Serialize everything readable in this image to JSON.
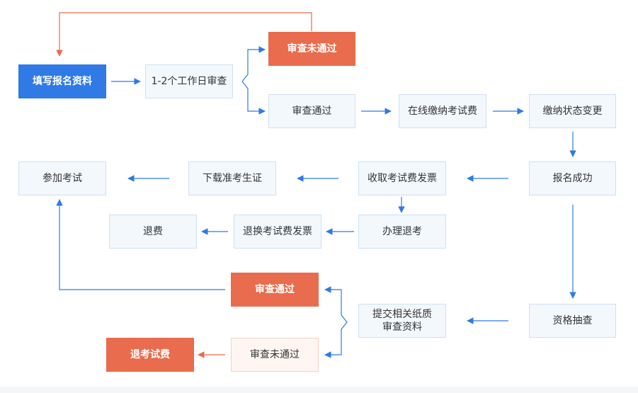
{
  "colors": {
    "primary": "#2f7ae5",
    "alert": "#e86c4d",
    "node_fill": "#f3f8fd",
    "node_border": "#cfe0f1",
    "soft_alert_fill": "#fff6f1",
    "arrow": "#2f7ae5",
    "return_arrow": "#e86c4d"
  },
  "nodes": {
    "fill_form": "填写报名资料",
    "review_1_2_days": "1-2个工作日审查",
    "review_failed_top": "审查未通过",
    "review_passed_top": "审查通过",
    "pay_online": "在线缴纳考试费",
    "payment_status_change": "缴纳状态变更",
    "registration_success": "报名成功",
    "receive_invoice": "收取考试费发票",
    "download_ticket": "下载准考生证",
    "take_exam": "参加考试",
    "withdraw": "办理退考",
    "exchange_invoice": "退换考试费发票",
    "refund": "退费",
    "qualification_check": "资格抽查",
    "submit_docs_line1": "提交相关纸质",
    "submit_docs_line2": "审查资料",
    "review_passed_bottom": "审查通过",
    "review_failed_bottom": "审查未通过",
    "refund_exam_fee": "退考试费"
  }
}
